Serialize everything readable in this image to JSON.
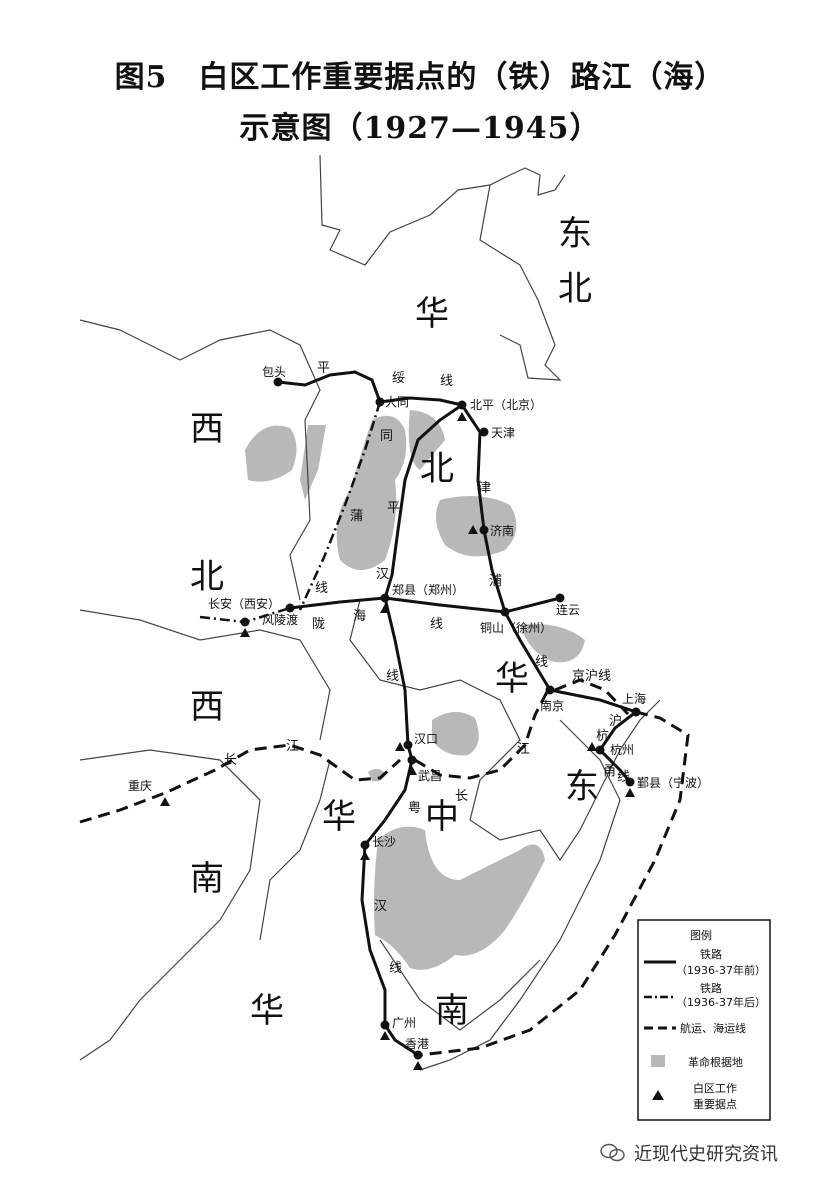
{
  "title": {
    "line1": "图5　白区工作重要据点的（铁）路江（海）",
    "line2": "示意图（1927—1945）"
  },
  "regions": {
    "dongbei_1": "东",
    "dongbei_2": "北",
    "huabei_1": "华",
    "huabei_2": "北",
    "xibei_1": "西",
    "xibei_2": "北",
    "xinan_1": "西",
    "xinan_2": "南",
    "huadong_1": "华",
    "huadong_2": "东",
    "huazhong_1": "华",
    "huazhong_2": "中",
    "huanan_1": "华",
    "huanan_2": "南"
  },
  "cities": {
    "baotou": "包头",
    "datong": "大同",
    "beiping": "北平（北京）",
    "tianjin": "天津",
    "jinan": "济南",
    "lianyun": "连云",
    "zhengxian": "郑县（郑州）",
    "tongshan": "铜山（徐州）",
    "changan": "长安（西安）",
    "fenglingdu": "风陵渡",
    "nanjing": "南京",
    "shanghai": "上海",
    "hangzhou": "杭州",
    "yinxian": "鄞县（宁波）",
    "hankou": "汉口",
    "wuchang": "武昌",
    "chongqing": "重庆",
    "changsha": "长沙",
    "guangzhou": "广州",
    "xianggang": "香港"
  },
  "line_labels": {
    "ping": "平",
    "sui": "绥",
    "xian": "线",
    "tong": "同",
    "pu": "蒲",
    "ping2": "平",
    "xian2": "线",
    "jin": "津",
    "pu2": "浦",
    "xian3": "线",
    "han": "汉",
    "xian4": "线",
    "long": "陇",
    "hai": "海",
    "xian5": "线",
    "jinghu": "京沪线",
    "hu": "沪",
    "hang": "杭",
    "yong": "甬",
    "xian6": "线",
    "yue": "粤",
    "han2": "汉",
    "xian7": "线",
    "chang": "长",
    "jiang": "江",
    "jiang2": "江",
    "chang2": "长"
  },
  "legend": {
    "title": "图例",
    "railway_before": "铁路",
    "railway_before_sub": "（1936-37年前）",
    "railway_after": "铁路",
    "railway_after_sub": "（1936-37年后）",
    "shipping": "航运、海运线",
    "base": "革命根据地",
    "stronghold_1": "白区工作",
    "stronghold_2": "重要据点"
  },
  "watermark": "近现代史研究资讯",
  "colors": {
    "base_area": "#b8b8b8",
    "line": "#111111",
    "border": "#444444"
  },
  "icons": {
    "city": "filled-circle",
    "stronghold": "filled-triangle",
    "watermark": "wechat-icon"
  }
}
